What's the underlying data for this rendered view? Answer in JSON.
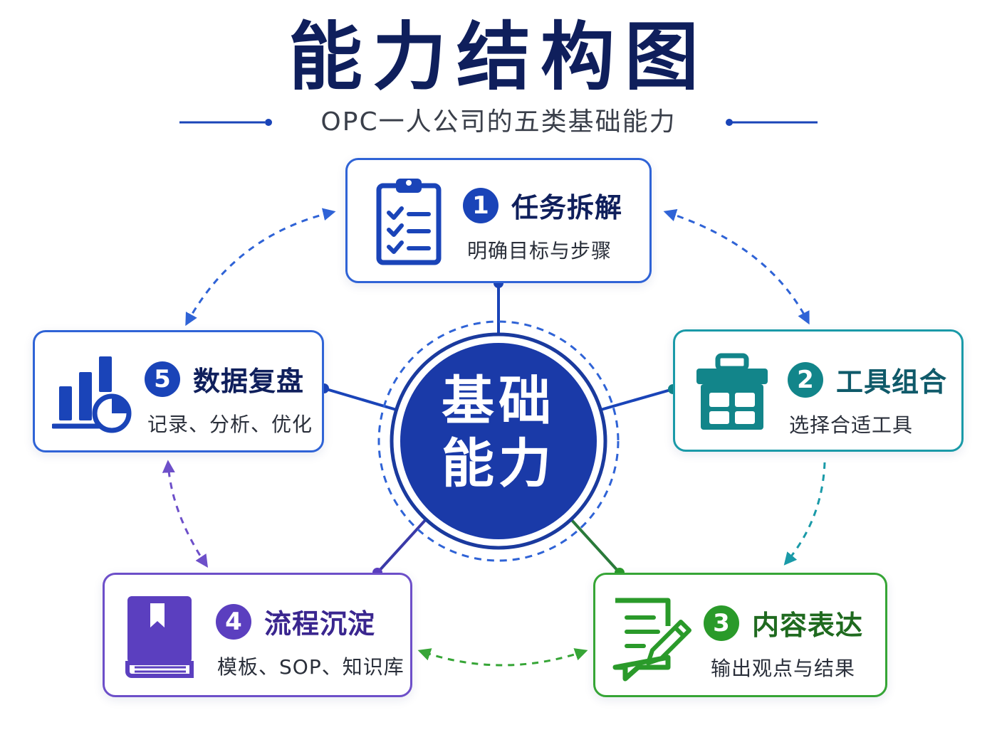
{
  "header": {
    "title": "能力结构图",
    "subtitle": "OPC一人公司的五类基础能力"
  },
  "center": {
    "line1": "基础",
    "line2": "能力"
  },
  "abilities": [
    {
      "number": "1",
      "name": "任务拆解",
      "desc": "明确目标与步骤",
      "icon": "clipboard-checklist-icon",
      "color": "#1a44b8"
    },
    {
      "number": "2",
      "name": "工具组合",
      "desc": "选择合适工具",
      "icon": "toolbox-icon",
      "color": "#12858a"
    },
    {
      "number": "3",
      "name": "内容表达",
      "desc": "输出观点与结果",
      "icon": "document-pen-icon",
      "color": "#2a9a2a"
    },
    {
      "number": "4",
      "name": "流程沉淀",
      "desc": "模板、SOP、知识库",
      "icon": "book-bookmark-icon",
      "color": "#5b3fbf"
    },
    {
      "number": "5",
      "name": "数据复盘",
      "desc": "记录、分析、优化",
      "icon": "bar-pie-chart-icon",
      "color": "#1a44b8"
    }
  ]
}
